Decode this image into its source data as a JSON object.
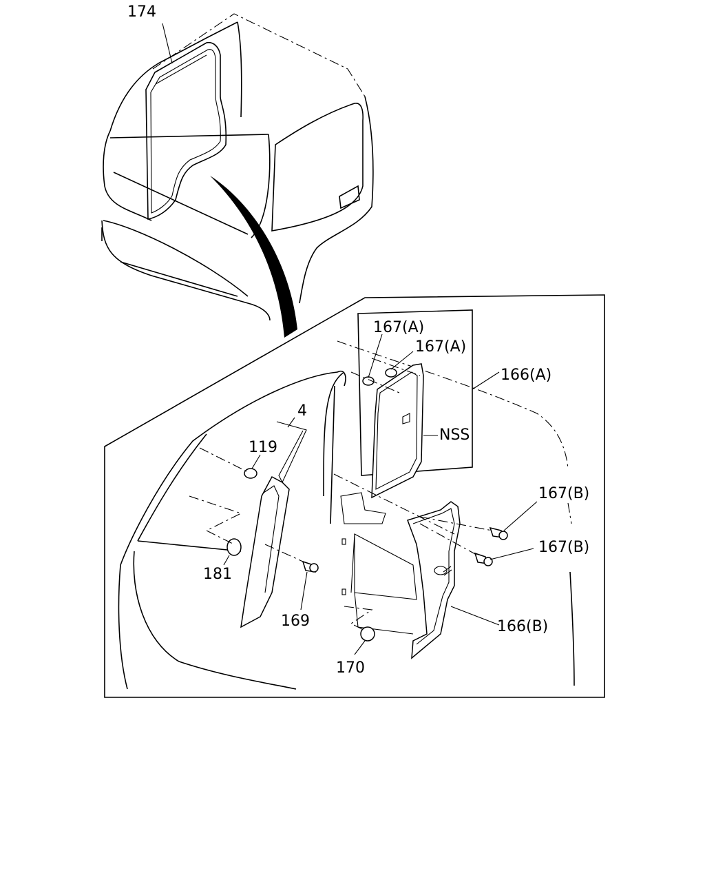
{
  "labels": {
    "l174": "174",
    "l167a1": "167(A)",
    "l167a2": "167(A)",
    "l166a": "166(A)",
    "lnss": "NSS",
    "l4": "4",
    "l119": "119",
    "l167b1": "167(B)",
    "l167b2": "167(B)",
    "l181": "181",
    "l169": "169",
    "l166b": "166(B)",
    "l170": "170"
  },
  "colors": {
    "ink": "#000000",
    "paper": "#ffffff"
  }
}
